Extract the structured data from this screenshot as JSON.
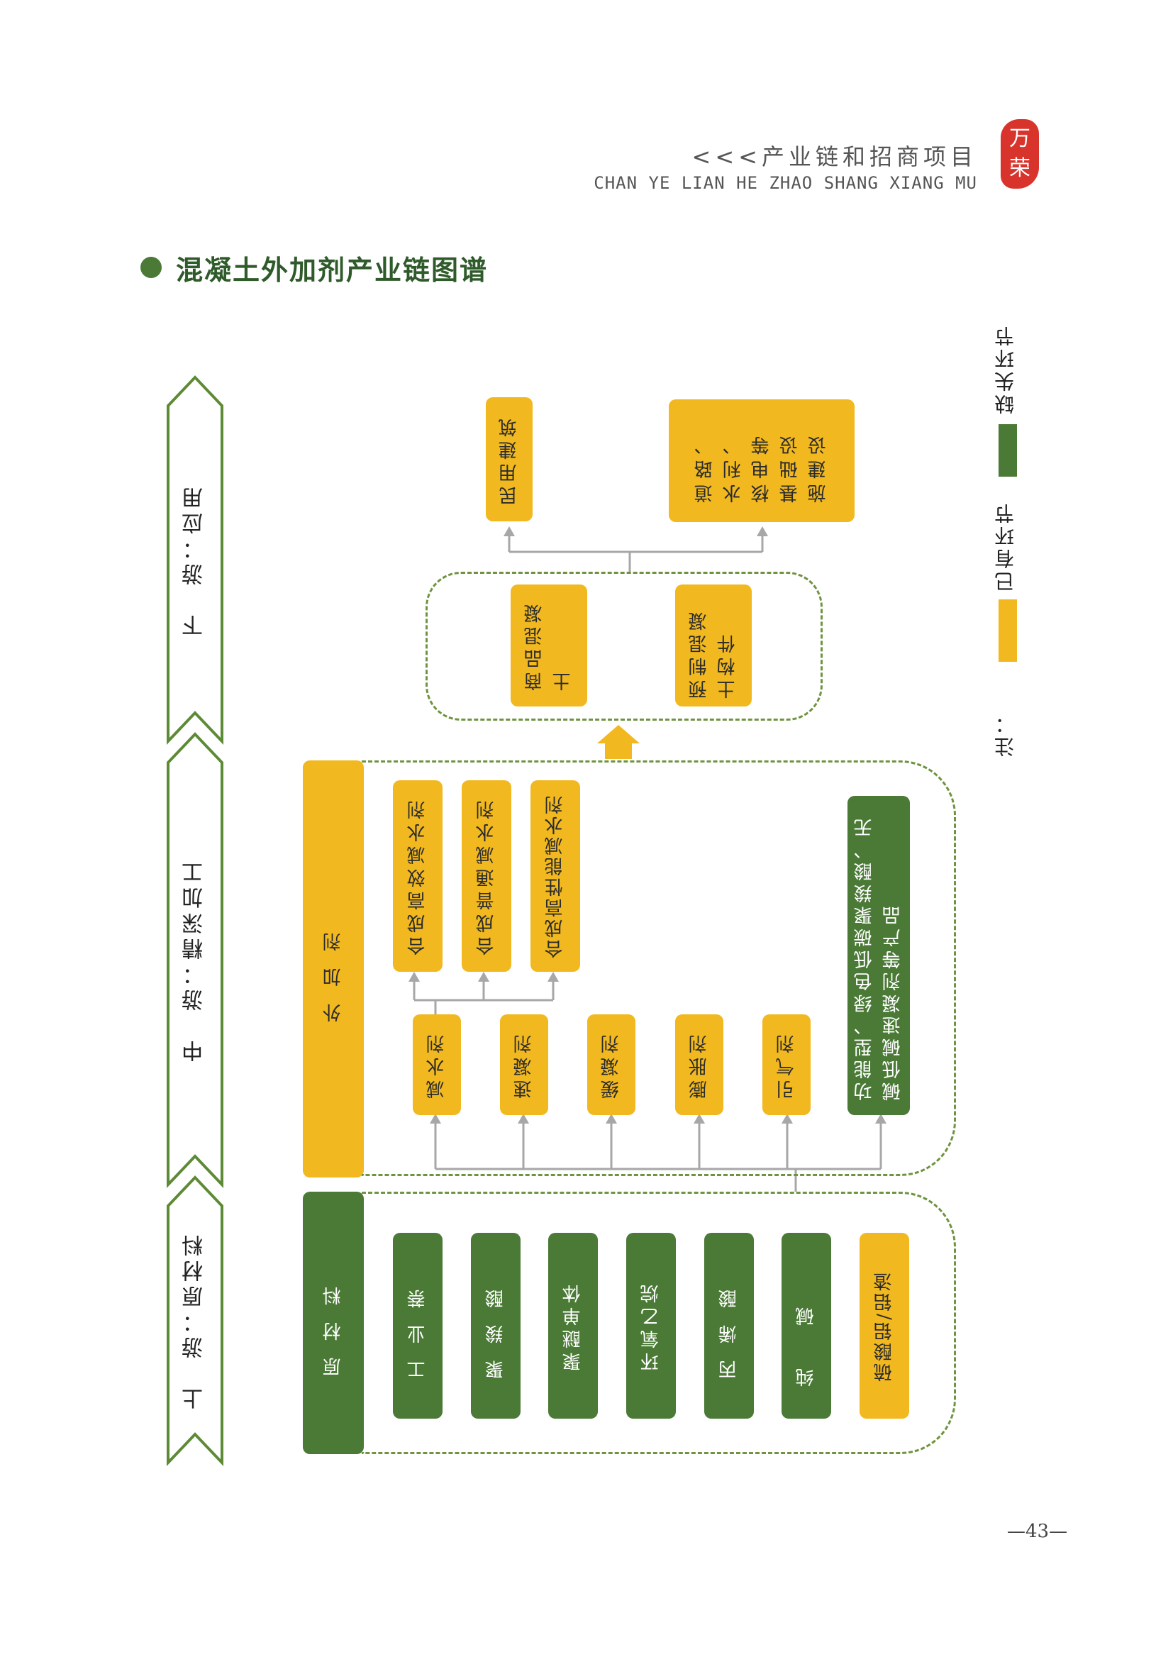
{
  "header": {
    "title": "<<<产业链和招商项目",
    "subtitle": "CHAN YE LIAN HE ZHAO SHANG XIANG MU",
    "seal_top": "万",
    "seal_bottom": "荣"
  },
  "page_title": "混凝土外加剂产业链图谱",
  "stages": {
    "upstream": "上　游：原材料",
    "midstream": "中　游：精深加工",
    "downstream": "下　游：应用"
  },
  "downstream": {
    "applications": [
      "民用建筑",
      "道路、水利、核电等基础设施建设"
    ],
    "products": [
      "商品混凝土",
      "预制混凝土构件"
    ]
  },
  "midstream": {
    "main": "外加剂",
    "reducer_types": [
      "合成高效减水剂",
      "合成普通减水剂",
      "合成高性能减水剂"
    ],
    "categories": [
      "减水剂",
      "速凝剂",
      "缓凝剂",
      "膨胀剂",
      "引气剂"
    ],
    "missing_product": "功能型、绿色低碳聚羧酸、无碱低碱速凝剂等产品"
  },
  "upstream": {
    "main": "原材料",
    "materials": [
      "工业萘",
      "聚羧酸",
      "聚醚单体",
      "环氧乙烷",
      "丙烯酸",
      "纯碱",
      "硫酸铝/铝渣"
    ]
  },
  "legend": {
    "note": "注：",
    "existing": "已有环节",
    "missing": "缺失环节",
    "existing_color": "#f1b81f",
    "missing_color": "#4a7a36"
  },
  "page_number": "—43—"
}
